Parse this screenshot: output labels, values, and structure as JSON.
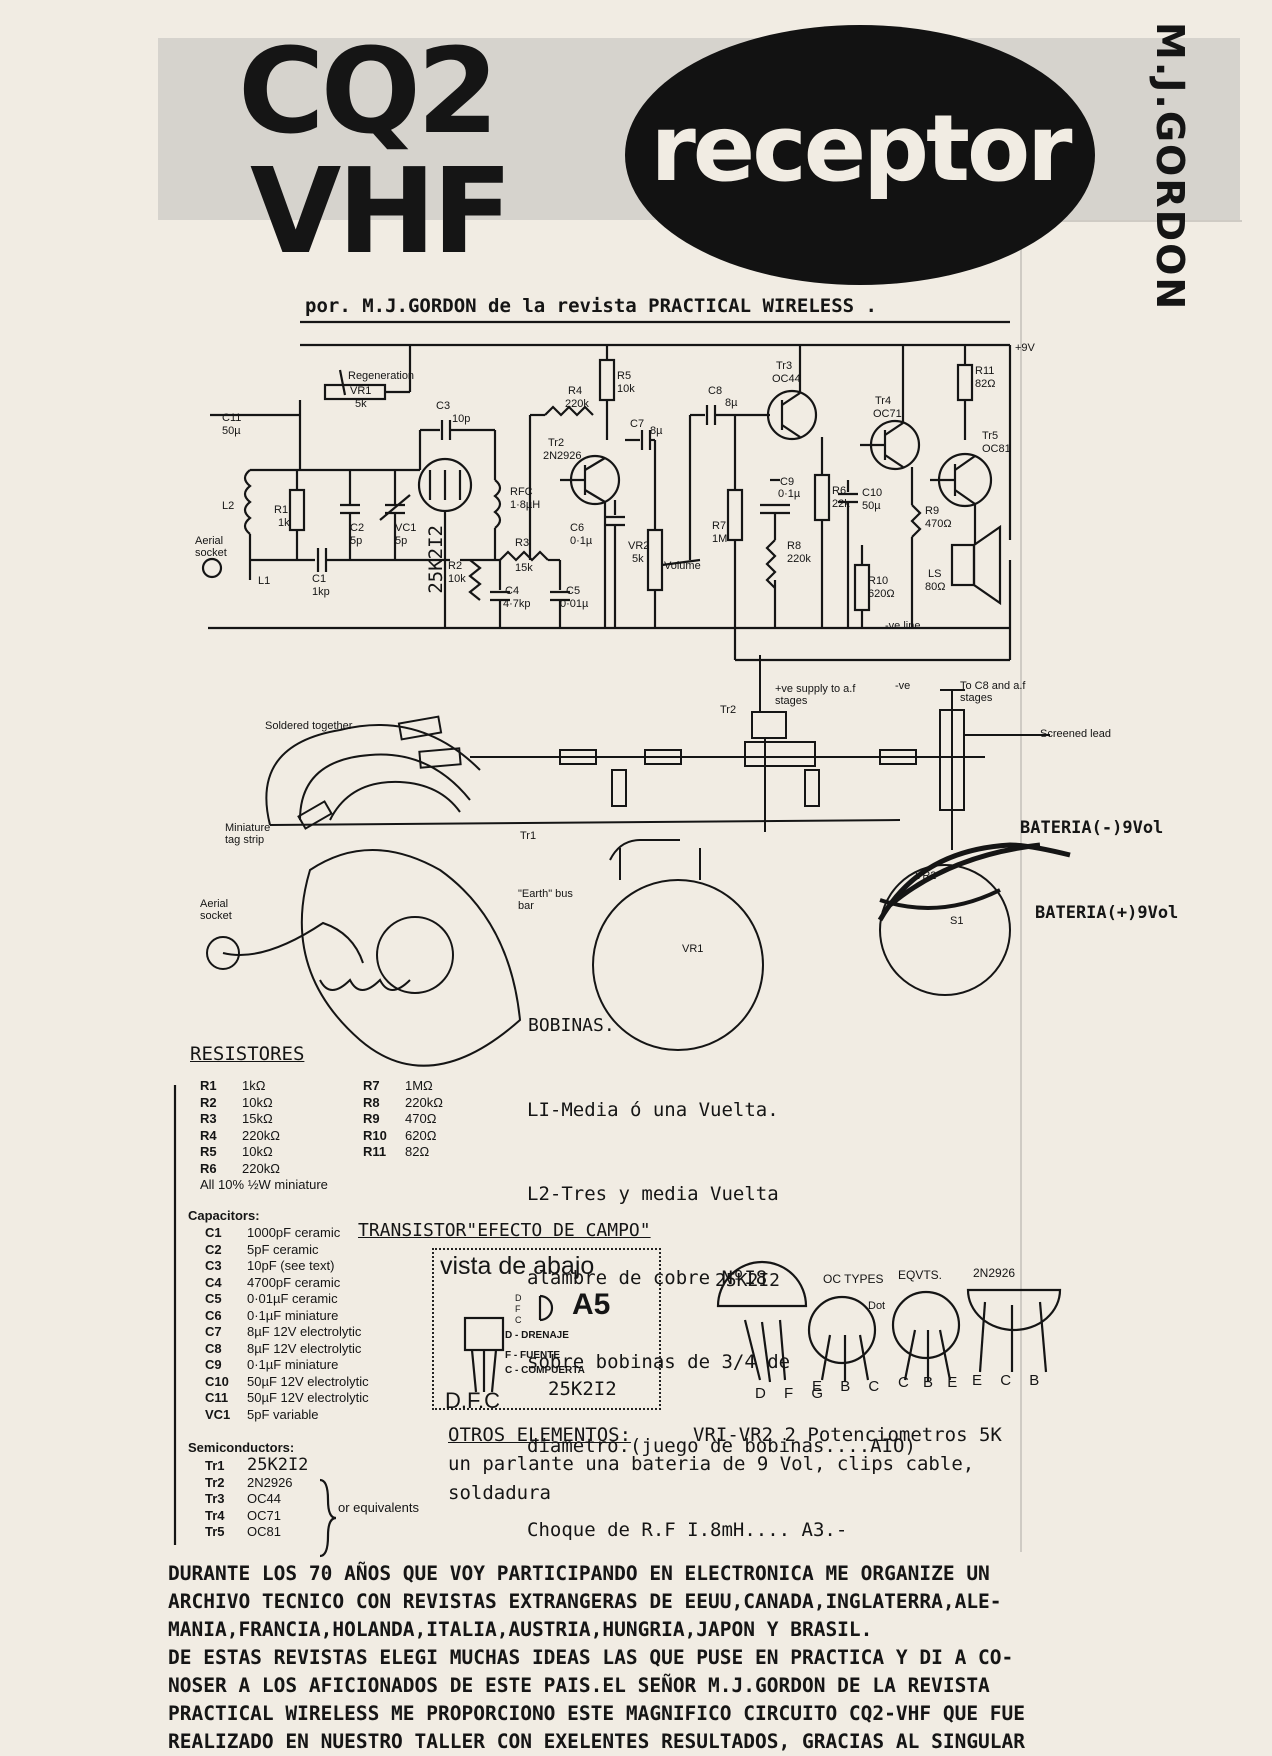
{
  "header": {
    "logo_line1": "CQ2",
    "logo_line2": "VHF",
    "oval_title": "receptor",
    "author_vertical": "M.J.GORDON",
    "byline": "por. M.J.GORDON de la revista PRACTICAL WIRELESS ."
  },
  "schematic_labels": {
    "regeneration": "Regeneration",
    "vr1": "VR1",
    "vr1_val": "5k",
    "c11": "C11",
    "c11_val": "50µ",
    "c3": "C3",
    "c3_val": "10p",
    "l2": "L2",
    "r1": "R1",
    "r1_val": "1k",
    "c2": "C2",
    "c2_val": "5p",
    "vc1": "VC1",
    "vc1_val": "5p",
    "fet": "25K2I2",
    "rfc": "RFC",
    "rfc_val": "1·8µH",
    "aerial_socket": "Aerial socket",
    "c1": "C1",
    "c1_val": "1kp",
    "l1": "L1",
    "r2": "R2",
    "r2_val": "10k",
    "r3": "R3",
    "r3_val": "15k",
    "c4": "C4",
    "c4_val": "4·7kp",
    "c5": "C5",
    "c5_val": "0·01µ",
    "r4": "R4",
    "r4_val": "220k",
    "r5": "R5",
    "r5_val": "10k",
    "c7": "C7",
    "c7_val": "8µ",
    "tr2": "Tr2",
    "tr2_type": "2N2926",
    "c6": "C6",
    "c6_val": "0·1µ",
    "vr2": "VR2",
    "vr2_val": "5k",
    "volume": "Volume",
    "c8": "C8",
    "c8_val": "8µ",
    "tr3": "Tr3",
    "tr3_type": "OC44",
    "c9": "C9",
    "c9_val": "0·1µ",
    "r7": "R7",
    "r7_val": "1M",
    "r8": "R8",
    "r8_val": "220k",
    "r6": "R6",
    "r6_val": "22k",
    "tr4": "Tr4",
    "tr4_type": "OC71",
    "c10": "C10",
    "c10_val": "50µ",
    "r11": "R11",
    "r11_val": "82Ω",
    "plus9v": "+9V",
    "tr5": "Tr5",
    "tr5_type": "OC81",
    "r9": "R9",
    "r9_val": "470Ω",
    "r10": "R10",
    "r10_val": "620Ω",
    "ls": "LS",
    "ls_val": "80Ω",
    "ve_line": "-ve line"
  },
  "layout_labels": {
    "soldered_together": "Soldered together",
    "ve_supply": "+ve supply to a.f stages",
    "minus_ve": "-ve",
    "to_c8": "To C8 and a.f stages",
    "screened_lead": "Screened lead",
    "miniature_tag": "Miniature tag strip",
    "aerial_socket2": "Aerial socket",
    "earth_bus": "\"Earth\" bus bar",
    "tr1": "Tr1",
    "tr2b": "Tr2",
    "vr1b": "VR1",
    "vr2b": "VR2",
    "s1": "S1",
    "bateria_neg": "BATERIA(-)9Vol",
    "bateria_pos": "BATERIA(+)9Vol"
  },
  "bobinas": {
    "title": "BOBINAS.",
    "lines": [
      "LI-Media ó una Vuelta.",
      "L2-Tres y media Vuelta",
      "alambre de cobre NºI8",
      "sobre bobinas de 3/4 de",
      "diametro.(juego de bobinas....AIO)",
      "Choque de R.F I.8mH.... A3.-"
    ]
  },
  "resistores": {
    "title": "RESISTORES",
    "left": [
      {
        "id": "R1",
        "val": "1kΩ"
      },
      {
        "id": "R2",
        "val": "10kΩ"
      },
      {
        "id": "R3",
        "val": "15kΩ"
      },
      {
        "id": "R4",
        "val": "220kΩ"
      },
      {
        "id": "R5",
        "val": "10kΩ"
      },
      {
        "id": "R6",
        "val": "220kΩ"
      }
    ],
    "right": [
      {
        "id": "R7",
        "val": "1MΩ"
      },
      {
        "id": "R8",
        "val": "220kΩ"
      },
      {
        "id": "R9",
        "val": "470Ω"
      },
      {
        "id": "R10",
        "val": "620Ω"
      },
      {
        "id": "R11",
        "val": "82Ω"
      }
    ],
    "note": "All 10% ½W miniature"
  },
  "capacitors": {
    "title": "Capacitors:",
    "items": [
      {
        "id": "C1",
        "val": "1000pF ceramic"
      },
      {
        "id": "C2",
        "val": "5pF ceramic"
      },
      {
        "id": "C3",
        "val": "10pF (see text)"
      },
      {
        "id": "C4",
        "val": "4700pF ceramic"
      },
      {
        "id": "C5",
        "val": "0·01µF ceramic"
      },
      {
        "id": "C6",
        "val": "0·1µF miniature"
      },
      {
        "id": "C7",
        "val": "8µF 12V electrolytic"
      },
      {
        "id": "C8",
        "val": "8µF 12V electrolytic"
      },
      {
        "id": "C9",
        "val": "0·1µF miniature"
      },
      {
        "id": "C10",
        "val": "50µF 12V electrolytic"
      },
      {
        "id": "C11",
        "val": "50µF 12V electrolytic"
      },
      {
        "id": "VC1",
        "val": "5pF variable"
      }
    ]
  },
  "semiconductors": {
    "title": "Semiconductors:",
    "items": [
      {
        "id": "Tr1",
        "val": "25K2I2"
      },
      {
        "id": "Tr2",
        "val": "2N2926"
      },
      {
        "id": "Tr3",
        "val": "OC44"
      },
      {
        "id": "Tr4",
        "val": "OC71"
      },
      {
        "id": "Tr5",
        "val": "OC81"
      }
    ],
    "or_equivalents": "or equivalents"
  },
  "transistor": {
    "title": "TRANSISTOR\"EFECTO DE CAMPO\"",
    "vista": "vista de abajo",
    "price": "A5",
    "d": "D - DRENAJE",
    "f": "F - FUENTE",
    "c": "C - COMPUERTA",
    "model": "25K2I2",
    "pins": "D.F.C",
    "mini_pins": [
      "D",
      "F",
      "C"
    ]
  },
  "pinouts": {
    "labels": [
      "25K2I2",
      "OC TYPES",
      "EQVTS.",
      "2N2926"
    ],
    "dot": "Dot",
    "pins": [
      [
        "D",
        "F",
        "G"
      ],
      [
        "E",
        "B",
        "C"
      ],
      [
        "C",
        "B",
        "E"
      ],
      [
        "E",
        "C",
        "B"
      ]
    ]
  },
  "otros": {
    "title": "OTROS ELEMENTOS:",
    "line1": "VRI-VR2 2 Potenciometros 5K",
    "line2": "un parlante una bateria de 9 Vol, clips cable,",
    "line3": "soldadura"
  },
  "paragraph": [
    "DURANTE LOS 70 AÑOS QUE VOY PARTICIPANDO EN ELECTRONICA ME ORGANIZE UN",
    "ARCHIVO TECNICO CON REVISTAS EXTRANGERAS DE EEUU,CANADA,INGLATERRA,ALE-",
    "MANIA,FRANCIA,HOLANDA,ITALIA,AUSTRIA,HUNGRIA,JAPON Y BRASIL.",
    "DE ESTAS REVISTAS ELEGI MUCHAS IDEAS LAS QUE PUSE EN PRACTICA Y DI A CO-",
    "NOSER A LOS AFICIONADOS DE ESTE PAIS.EL SEÑOR M.J.GORDON DE LA REVISTA",
    "PRACTICAL WIRELESS ME PROPORCIONO ESTE MAGNIFICO CIRCUITO CQ2-VHF QUE FUE",
    "REALIZADO EN NUESTRO TALLER CON EXELENTES RESULTADOS, GRACIAS AL SINGULAR"
  ]
}
